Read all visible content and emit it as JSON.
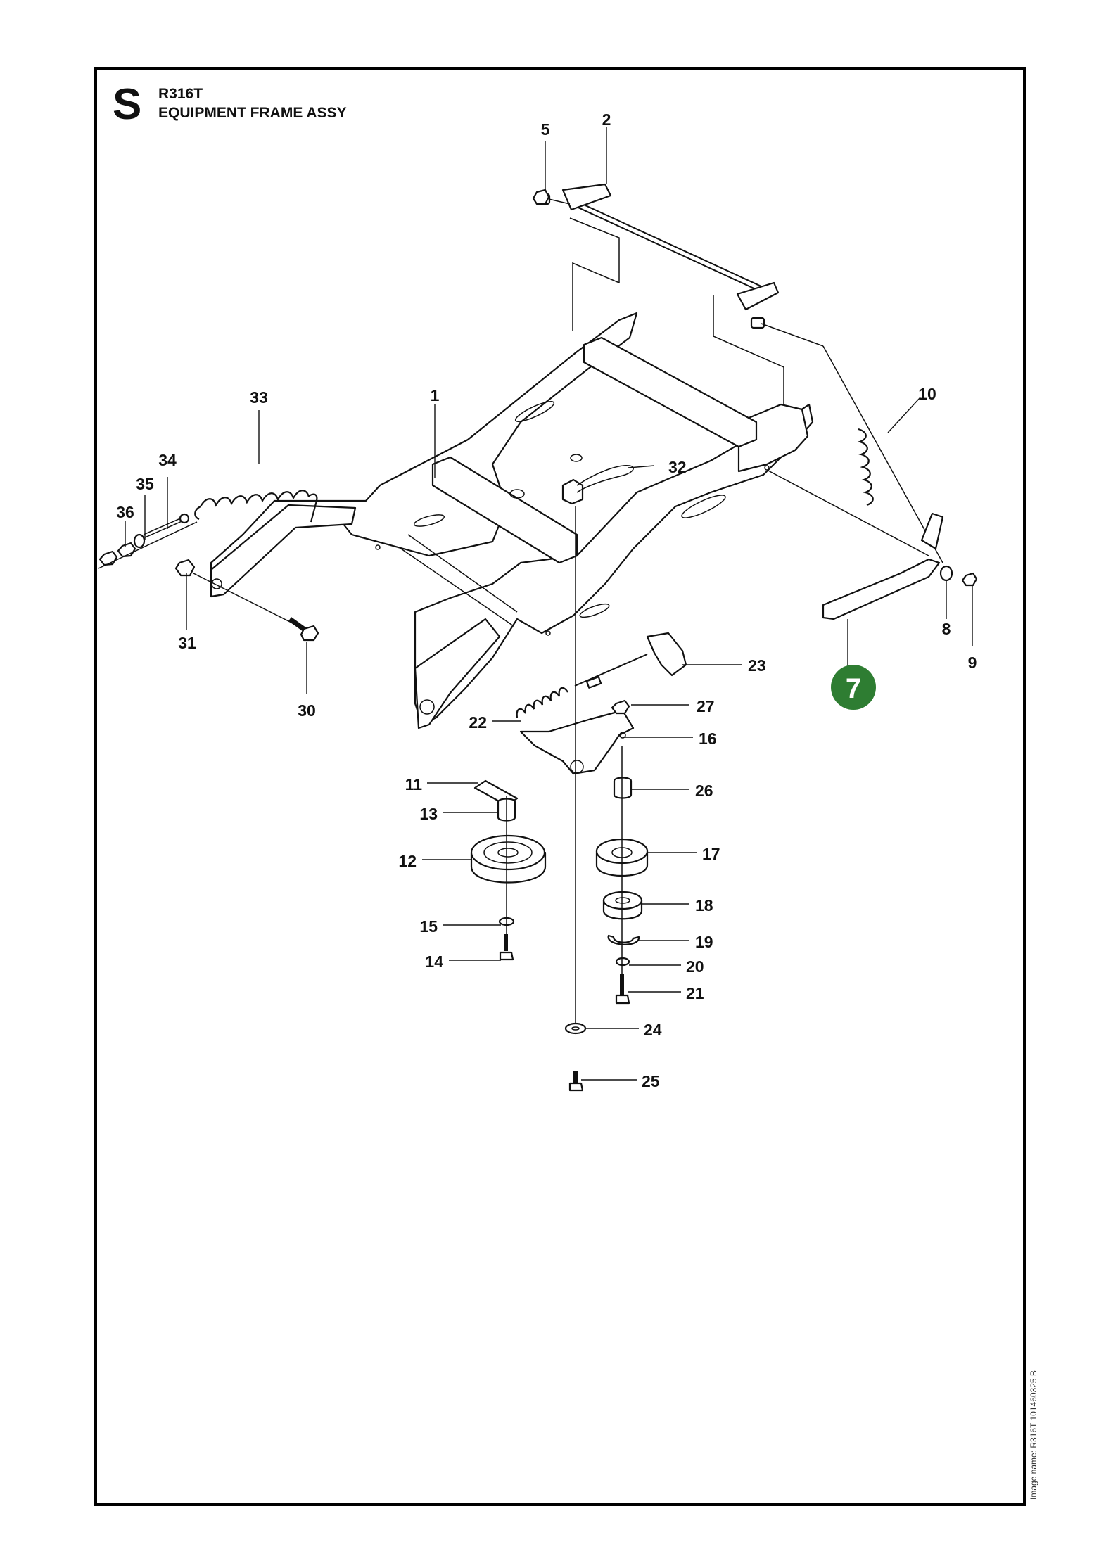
{
  "header": {
    "section": "S",
    "model": "R316T",
    "title": "EQUIPMENT FRAME ASSY"
  },
  "footer": {
    "image_name": "Image name: R316T 101460325 B"
  },
  "highlight_color": "#2e7d32",
  "callouts": [
    {
      "id": "c1",
      "label": "1"
    },
    {
      "id": "c2",
      "label": "2"
    },
    {
      "id": "c5",
      "label": "5"
    },
    {
      "id": "c7",
      "label": "7",
      "highlighted": true
    },
    {
      "id": "c8",
      "label": "8"
    },
    {
      "id": "c9",
      "label": "9"
    },
    {
      "id": "c10",
      "label": "10"
    },
    {
      "id": "c11",
      "label": "11"
    },
    {
      "id": "c12",
      "label": "12"
    },
    {
      "id": "c13",
      "label": "13"
    },
    {
      "id": "c14",
      "label": "14"
    },
    {
      "id": "c15",
      "label": "15"
    },
    {
      "id": "c16",
      "label": "16"
    },
    {
      "id": "c17",
      "label": "17"
    },
    {
      "id": "c18",
      "label": "18"
    },
    {
      "id": "c19",
      "label": "19"
    },
    {
      "id": "c20",
      "label": "20"
    },
    {
      "id": "c21",
      "label": "21"
    },
    {
      "id": "c22",
      "label": "22"
    },
    {
      "id": "c23",
      "label": "23"
    },
    {
      "id": "c24",
      "label": "24"
    },
    {
      "id": "c25",
      "label": "25"
    },
    {
      "id": "c26",
      "label": "26"
    },
    {
      "id": "c27",
      "label": "27"
    },
    {
      "id": "c30",
      "label": "30"
    },
    {
      "id": "c31",
      "label": "31"
    },
    {
      "id": "c32",
      "label": "32"
    },
    {
      "id": "c33",
      "label": "33"
    },
    {
      "id": "c34",
      "label": "34"
    },
    {
      "id": "c35",
      "label": "35"
    },
    {
      "id": "c36",
      "label": "36"
    }
  ]
}
